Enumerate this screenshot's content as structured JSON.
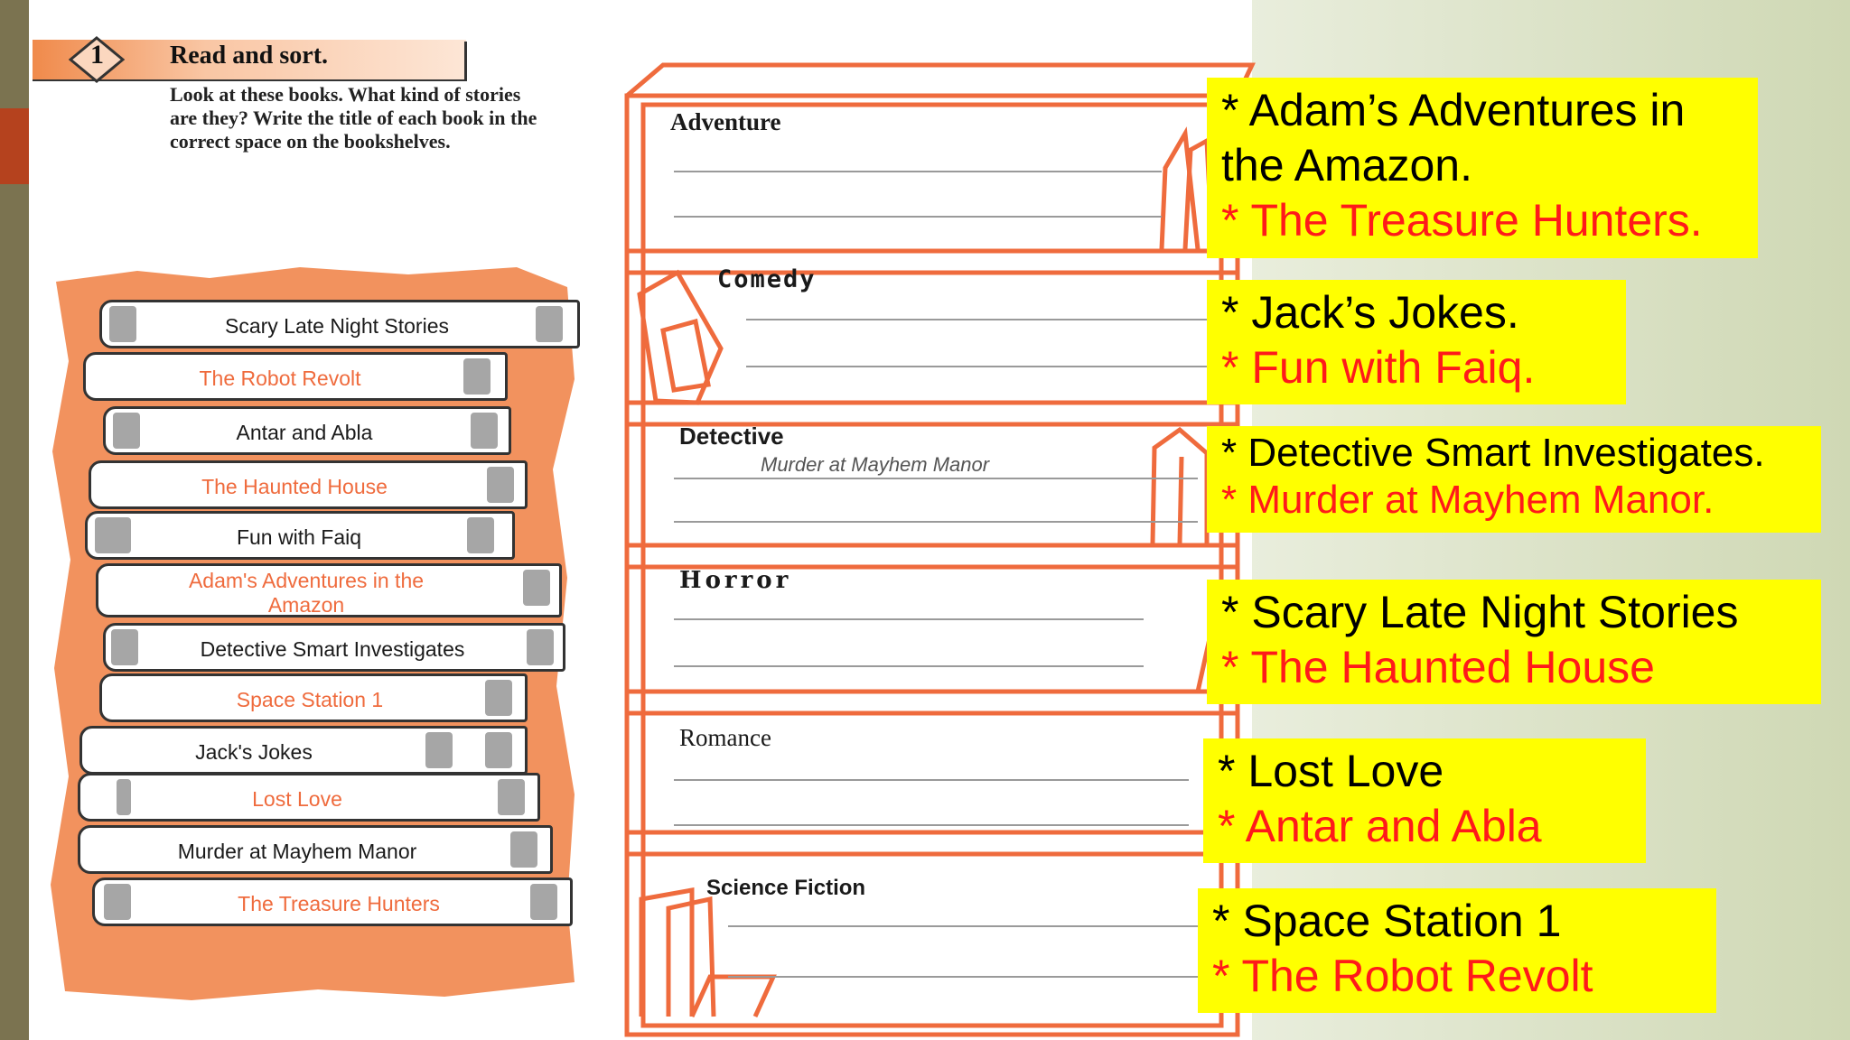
{
  "exercise": {
    "number": "1",
    "title": "Read and sort.",
    "instructions": "Look at these books. What kind of stories are they? Write the title of each book in the correct space on the bookshelves."
  },
  "books": [
    {
      "title": "Scary Late Night Stories",
      "color": "black"
    },
    {
      "title": "The Robot Revolt",
      "color": "orange"
    },
    {
      "title": "Antar and Abla",
      "color": "black"
    },
    {
      "title": "The Haunted House",
      "color": "orange"
    },
    {
      "title": "Fun with Faiq",
      "color": "black"
    },
    {
      "title": "Adam's Adventures in the Amazon",
      "color": "orange"
    },
    {
      "title": "Detective Smart Investigates",
      "color": "black"
    },
    {
      "title": "Space Station 1",
      "color": "orange"
    },
    {
      "title": "Jack's Jokes",
      "color": "black"
    },
    {
      "title": "Lost Love",
      "color": "orange"
    },
    {
      "title": "Murder at Mayhem Manor",
      "color": "black"
    },
    {
      "title": "The Treasure Hunters",
      "color": "orange"
    }
  ],
  "shelves": {
    "adventure": "Adventure",
    "comedy": "Comedy",
    "detective": "Detective",
    "detective_written": "Murder at Mayhem Manor",
    "horror": "Horror",
    "romance": "Romance",
    "science_fiction": "Science Fiction"
  },
  "answers": [
    {
      "line1": "* Adam’s Adventures in",
      "line1b": "the Amazon.",
      "line2": "* The Treasure Hunters."
    },
    {
      "line1": "* Jack’s Jokes.",
      "line2": "* Fun with Faiq."
    },
    {
      "line1": "* Detective Smart Investigates.",
      "line2": "* Murder at Mayhem Manor."
    },
    {
      "line1": "* Scary Late Night Stories",
      "line2": "* The Haunted House"
    },
    {
      "line1": "* Lost Love",
      "line2": "* Antar and Abla"
    },
    {
      "line1": "* Space Station 1",
      "line2": "* The Robot Revolt"
    }
  ],
  "colors": {
    "highlight": "#ffff00",
    "answer_red": "#ff1a1a",
    "sketch_orange": "#ef6b3d",
    "rail": "#7b7350",
    "rail_accent": "#b5421e"
  }
}
